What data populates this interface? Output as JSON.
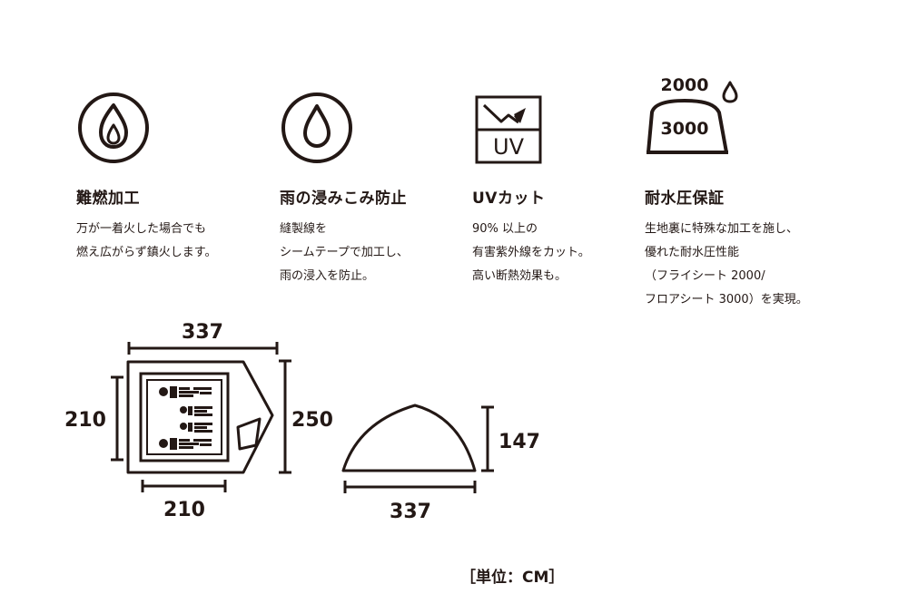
{
  "features": [
    {
      "icon": "flame-icon",
      "title": "難燃加工",
      "desc": [
        "万が一着火した場合でも",
        "燃え広がらず鎮火します。"
      ]
    },
    {
      "icon": "raindrop-icon",
      "title": "雨の浸みこみ防止",
      "desc": [
        "縫製線を",
        "シームテープで加工し、",
        "雨の浸入を防止。"
      ]
    },
    {
      "icon": "uv-icon",
      "uv_text": "UV",
      "title": "UVカット",
      "desc": [
        "90% 以上の",
        "有害紫外線をカット。",
        "高い断熱効果も。"
      ]
    },
    {
      "icon": "tent-waterproof-icon",
      "fly_value": "2000",
      "floor_value": "3000",
      "title": "耐水圧保証",
      "desc": [
        "生地裏に特殊な加工を施し、",
        "優れた耐水圧性能",
        "（フライシート 2000/",
        "フロアシート 3000）を実現。"
      ]
    }
  ],
  "floor_plan": {
    "top": "337",
    "left": "210",
    "right": "250",
    "bottom": "210"
  },
  "side_view": {
    "height": "147",
    "width": "337"
  },
  "unit_label": "［単位：CM］"
}
